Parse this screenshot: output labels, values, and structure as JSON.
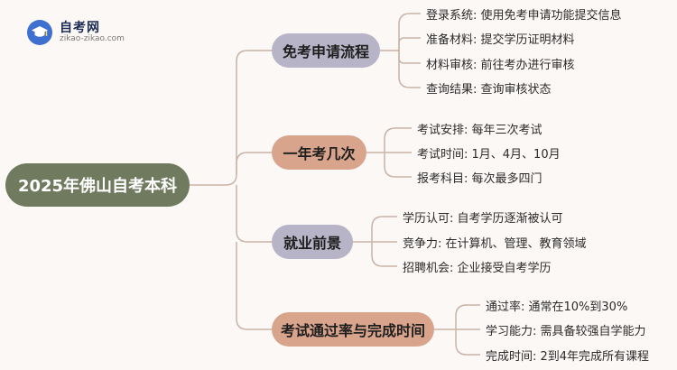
{
  "logo": {
    "name": "自考网",
    "url": "zikao-zikao.com"
  },
  "root": {
    "label": "2025年佛山自考本科"
  },
  "branches": [
    {
      "label": "免考申请流程",
      "items": [
        "登录系统: 使用免考申请功能提交信息",
        "准备材料: 提交学历证明材料",
        "材料审核: 前往考办进行审核",
        "查询结果: 查询审核状态"
      ]
    },
    {
      "label": "一年考几次",
      "items": [
        "考试安排: 每年三次考试",
        "考试时间: 1月、4月、10月",
        "报考科目: 每次最多四门"
      ]
    },
    {
      "label": "就业前景",
      "items": [
        "学历认可: 自考学历逐渐被认可",
        "竞争力: 在计算机、管理、教育领域",
        "招聘机会: 企业接受自考学历"
      ]
    },
    {
      "label": "考试通过率与完成时间",
      "items": [
        "通过率: 通常在10%到30%",
        "学习能力: 需具备较强自学能力",
        "完成时间: 2到4年完成所有课程"
      ]
    }
  ],
  "colors": {
    "root": "#707a5e",
    "branch_purple": "#b6b4c6",
    "branch_orange": "#d9a48c",
    "line": "#c9b3a7",
    "background": "#fcf8f6"
  }
}
